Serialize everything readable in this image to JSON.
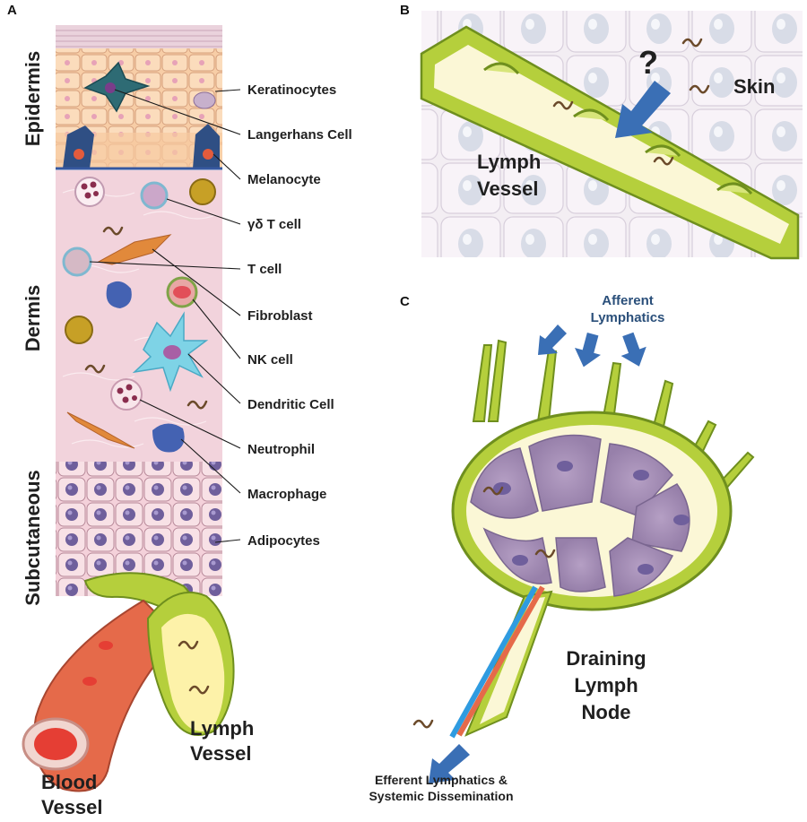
{
  "panels": {
    "a": "A",
    "b": "B",
    "c": "C"
  },
  "panel_a": {
    "layers": {
      "epidermis": "Epidermis",
      "dermis": "Dermis",
      "subcutaneous": "Subcutaneous"
    },
    "cell_labels": [
      "Keratinocytes",
      "Langerhans Cell",
      "Melanocyte",
      "γδ T cell",
      "T cell",
      "Fibroblast",
      "NK cell",
      "Dendritic Cell",
      "Neutrophil",
      "Macrophage",
      "Adipocytes"
    ],
    "blood_vessel": [
      "Blood",
      "Vessel"
    ],
    "lymph_vessel": [
      "Lymph",
      "Vessel"
    ]
  },
  "panel_b": {
    "skin": "Skin",
    "question_mark": "?",
    "lymph_vessel": [
      "Lymph",
      "Vessel"
    ]
  },
  "panel_c": {
    "afferent": [
      "Afferent",
      "Lymphatics"
    ],
    "draining": [
      "Draining",
      "Lymph",
      "Node"
    ],
    "efferent": [
      "Efferent Lymphatics &",
      "Systemic Dissemination"
    ]
  },
  "colors": {
    "arrow_blue": "#3a6fb5",
    "lymph_green": "#b5cf3c",
    "dermis_pink": "#f2d3dc",
    "node_purple": "#a48bb5",
    "artery_red": "#e56a4a",
    "vein_blue": "#2f9be0"
  }
}
